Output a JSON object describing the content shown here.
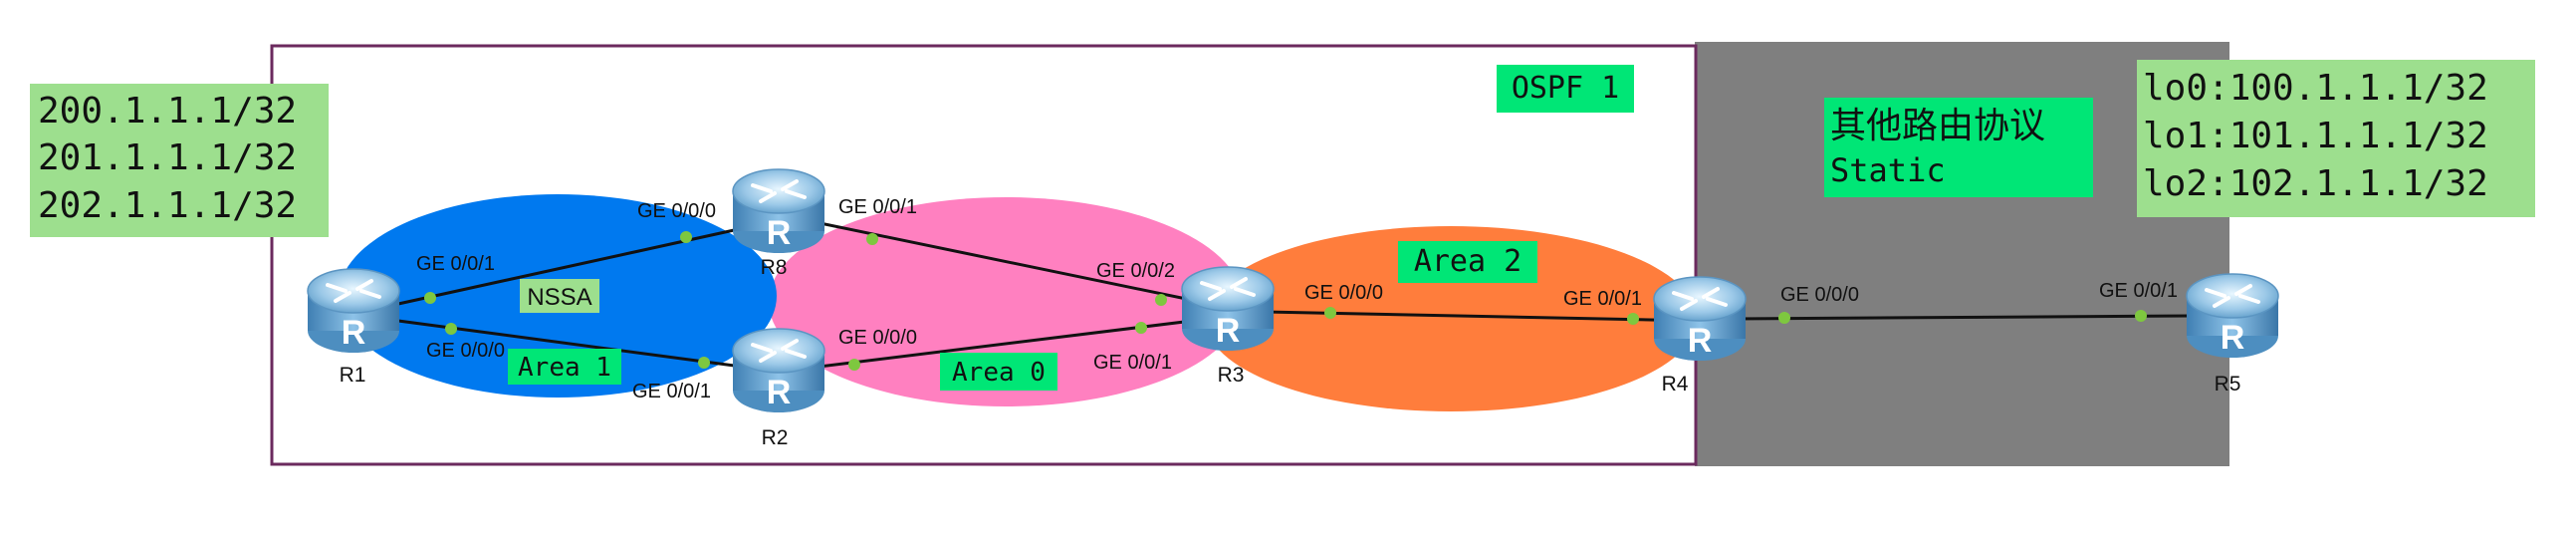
{
  "colors": {
    "ospf_border": "#6b2a5e",
    "other_bg": "#7f7f7f",
    "label_bg": "#9ddf8e",
    "green_label_bg": "#00e676",
    "nssa_fill": "#0079ef",
    "area0_fill": "#ff80c0",
    "area2_fill": "#ff7d3c",
    "link_dot": "#7ec73f"
  },
  "regions": {
    "ospf_label": "OSPF 1",
    "other_label_line1": "其他路由协议",
    "other_label_line2": "Static"
  },
  "areas": {
    "nssa": "NSSA",
    "area1": "Area 1",
    "area0": "Area 0",
    "area2": "Area 2"
  },
  "r1_loopbacks": [
    "200.1.1.1/32",
    "201.1.1.1/32",
    "202.1.1.1/32"
  ],
  "r5_loopbacks": [
    "lo0:100.1.1.1/32",
    "lo1:101.1.1.1/32",
    "lo2:102.1.1.1/32"
  ],
  "routers": {
    "r1": "R1",
    "r2": "R2",
    "r3": "R3",
    "r4": "R4",
    "r5": "R5",
    "r8": "R8"
  },
  "router_icon_letter": "R",
  "interfaces": {
    "r1_r8_r1side": "GE 0/0/1",
    "r1_r8_r8side": "GE 0/0/0",
    "r1_r2_r1side": "GE 0/0/0",
    "r1_r2_r2side": "GE 0/0/1",
    "r8_r3_r8side": "GE 0/0/1",
    "r8_r3_r3side": "GE 0/0/2",
    "r2_r3_r2side": "GE 0/0/0",
    "r2_r3_r3side": "GE 0/0/1",
    "r3_r4_r3side": "GE 0/0/0",
    "r3_r4_r4side": "GE 0/0/1",
    "r4_r5_r4side": "GE 0/0/0",
    "r4_r5_r5side": "GE 0/0/1"
  }
}
